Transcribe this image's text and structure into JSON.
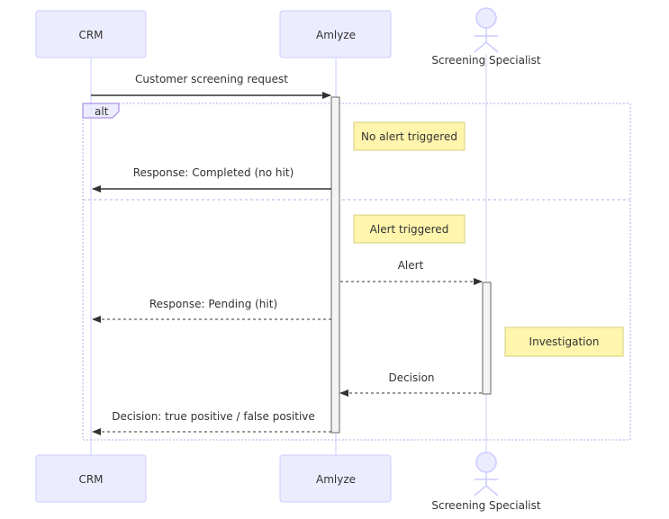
{
  "participants": {
    "crm": "CRM",
    "amlyze": "Amlyze",
    "specialist": "Screening Specialist"
  },
  "alt_label": "alt",
  "messages": {
    "request": "Customer screening request",
    "completed": "Response: Completed (no hit)",
    "alert": "Alert",
    "pending": "Response: Pending (hit)",
    "decision": "Decision",
    "final": "Decision: true positive / false positive"
  },
  "notes": {
    "no_alert": "No alert triggered",
    "alert_triggered": "Alert triggered",
    "investigation": "Investigation"
  },
  "colors": {
    "participant_fill": "#ECECFF",
    "participant_stroke": "#CCCCFF",
    "lifeline": "#CCCCFF",
    "note_fill": "#FFF5AD",
    "note_stroke": "#D6D07B",
    "line": "#333333",
    "activation_fill": "#F4F4F4",
    "activation_stroke": "#666666",
    "alt_border": "#9370DB"
  }
}
